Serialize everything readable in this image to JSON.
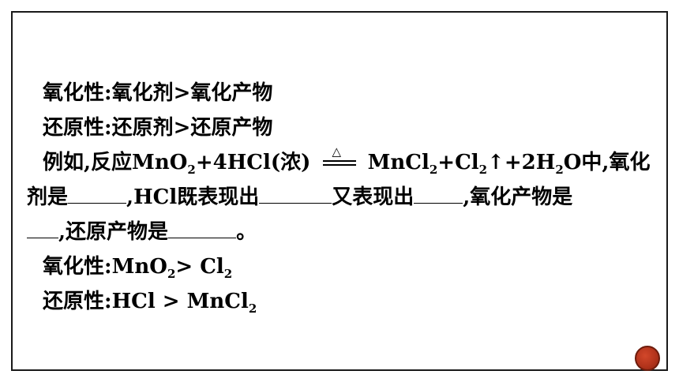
{
  "lines": {
    "l1": "氧化性:氧化剂>氧化产物",
    "l2": "还原性:还原剂>还原产物",
    "l3a": "例如,反应MnO",
    "l3b": "2",
    "l3c": "+4HCl(浓)",
    "l3d": "MnCl",
    "l3e": "2",
    "l3f": "+Cl",
    "l3g": "2",
    "l3h": "↑+2H",
    "l3i": "2",
    "l3j": "O中,氧化",
    "l4a": "剂是",
    "l4b": ",HCl既表现出",
    "l4c": "又表现出",
    "l4d": ",氧化产物是",
    "l5a": ",还原产物是",
    "l5b": "。",
    "l6a": "氧化性:MnO",
    "l6b": "2",
    "l6c": "> Cl",
    "l6d": "2",
    "l7a": "还原性:HCl > MnCl",
    "l7b": "2"
  },
  "condition_symbol": "△",
  "colors": {
    "text": "#000000",
    "corner_circle": "#c0391e"
  }
}
